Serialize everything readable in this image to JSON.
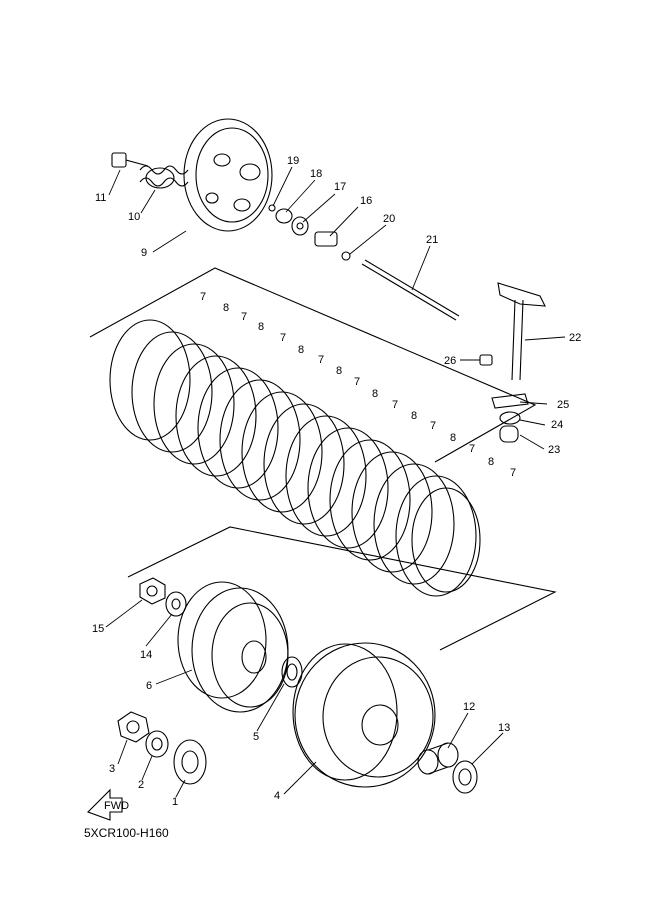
{
  "diagram": {
    "code": "5XCR100-H160",
    "fwd_label": "FWD",
    "callouts": {
      "c1": "1",
      "c2": "2",
      "c3": "3",
      "c4": "4",
      "c5": "5",
      "c6": "6",
      "c9": "9",
      "c10": "10",
      "c11": "11",
      "c12": "12",
      "c13": "13",
      "c14": "14",
      "c15": "15",
      "c16": "16",
      "c17": "17",
      "c18": "18",
      "c19": "19",
      "c20": "20",
      "c21": "21",
      "c22": "22",
      "c23": "23",
      "c24": "24",
      "c25": "25",
      "c26": "26",
      "plate_labels": [
        "7",
        "8",
        "7",
        "8",
        "7",
        "8",
        "7",
        "8",
        "7",
        "8",
        "7",
        "8",
        "7",
        "8",
        "7",
        "8",
        "7"
      ]
    }
  }
}
